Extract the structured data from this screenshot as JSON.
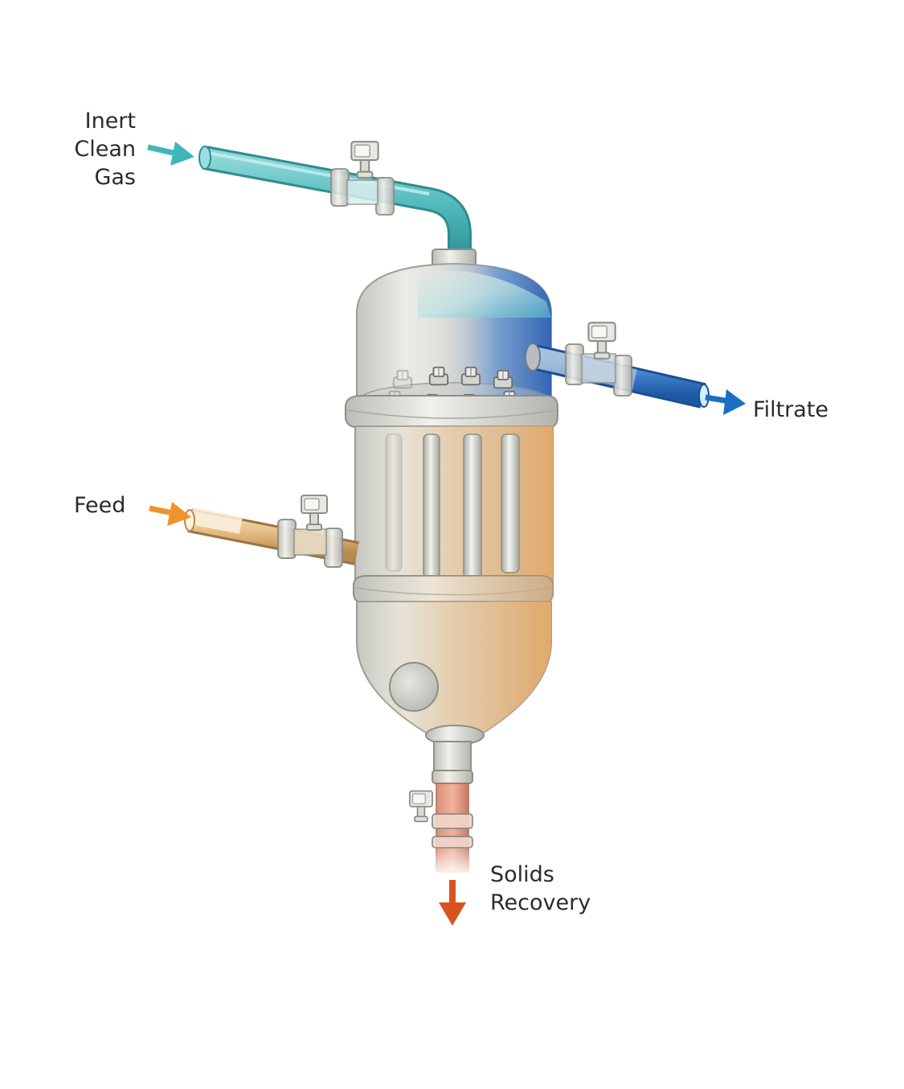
{
  "labels": {
    "gas": [
      "Inert",
      "Clean",
      "Gas"
    ],
    "filtrate": [
      "Filtrate"
    ],
    "feed": [
      "Feed"
    ],
    "solids": [
      "Solids",
      "Recovery"
    ]
  },
  "colors": {
    "gas": "#3fb6b8",
    "filtrate": "#1a6fc4",
    "feed": "#f0922b",
    "solids": "#d9531e",
    "vessel": "#d7d8d2",
    "slurry": "#e9b77c"
  },
  "icons": [
    "valve-icon",
    "arrow-right-icon",
    "arrow-down-icon",
    "bolt-icon",
    "filter-candle-icon"
  ]
}
